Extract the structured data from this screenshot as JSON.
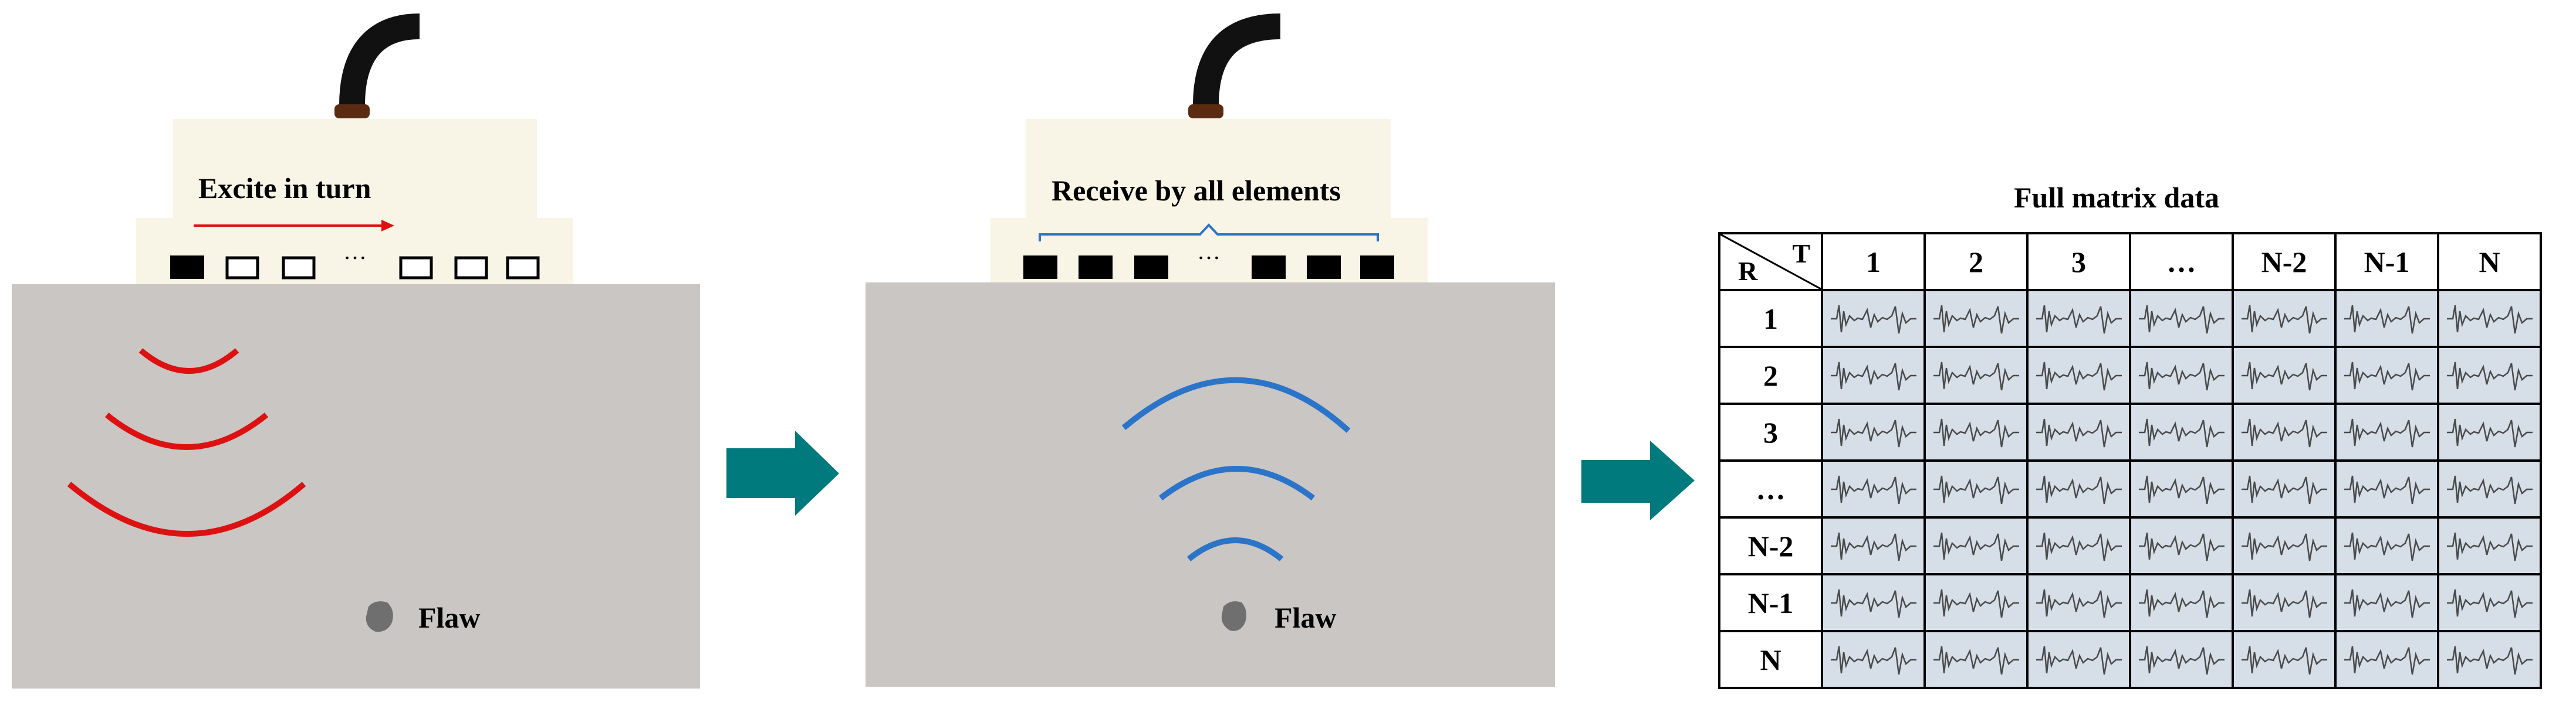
{
  "panel1": {
    "instruction": "Excite in turn",
    "ellipsis": "…",
    "flaw_label": "Flaw"
  },
  "panel2": {
    "instruction": "Receive by all elements",
    "ellipsis": "…",
    "flaw_label": "Flaw"
  },
  "panel3": {
    "title": "Full matrix data",
    "corner_t": "T",
    "corner_r": "R",
    "columns": [
      "1",
      "2",
      "3",
      "…",
      "N-2",
      "N-1",
      "N"
    ],
    "rows": [
      "1",
      "2",
      "3",
      "…",
      "N-2",
      "N-1",
      "N"
    ]
  },
  "colors": {
    "specimen": "#c9c6c3",
    "probe_body": "#f8f5e6",
    "excite_wave": "#dd1111",
    "receive_wave": "#2a74c9",
    "arrow": "#007a7c",
    "cell": "#d6dfe8",
    "flaw": "#6f6f6f"
  }
}
